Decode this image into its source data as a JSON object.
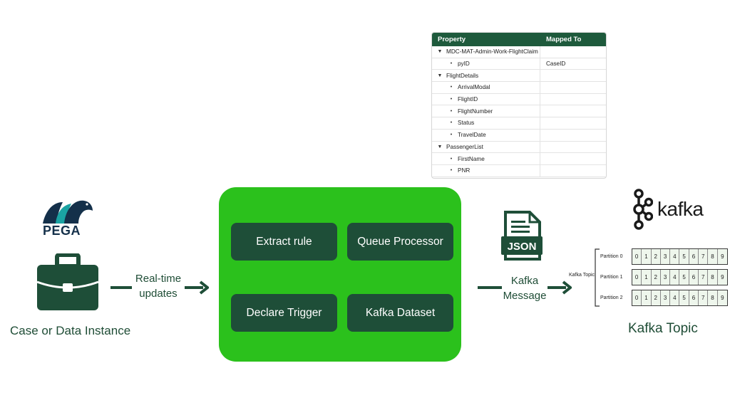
{
  "property_table": {
    "headers": {
      "property": "Property",
      "mapped_to": "Mapped To"
    },
    "rows": [
      {
        "marker": "▼",
        "indent": 0,
        "property": "MDC-MAT-Admin-Work-FlightClaim",
        "mapped": ""
      },
      {
        "marker": "•",
        "indent": 1,
        "property": "pyID",
        "mapped": "CaseID"
      },
      {
        "marker": "▼",
        "indent": 0,
        "property": "FlightDetails",
        "mapped": ""
      },
      {
        "marker": "•",
        "indent": 1,
        "property": "ArrivalModal",
        "mapped": ""
      },
      {
        "marker": "•",
        "indent": 1,
        "property": "FlightID",
        "mapped": ""
      },
      {
        "marker": "•",
        "indent": 1,
        "property": "FlightNumber",
        "mapped": ""
      },
      {
        "marker": "•",
        "indent": 1,
        "property": "Status",
        "mapped": ""
      },
      {
        "marker": "•",
        "indent": 1,
        "property": "TravelDate",
        "mapped": ""
      },
      {
        "marker": "▼",
        "indent": 0,
        "property": "PassengerList",
        "mapped": ""
      },
      {
        "marker": "•",
        "indent": 1,
        "property": "FirstName",
        "mapped": ""
      },
      {
        "marker": "•",
        "indent": 1,
        "property": "PNR",
        "mapped": ""
      }
    ]
  },
  "pega": {
    "logo_text": "PEGA",
    "case_label": "Case or Data Instance"
  },
  "flow": {
    "realtime_label": "Real-time updates",
    "kafka_message_label": "Kafka Message"
  },
  "components": {
    "extract_rule": "Extract rule",
    "queue_processor": "Queue Processor",
    "declare_trigger": "Declare Trigger",
    "kafka_dataset": "Kafka Dataset"
  },
  "json_icon": {
    "text": "JSON"
  },
  "kafka": {
    "logo_text": "kafka",
    "topic_small_label": "Kafka Topic",
    "topic_label": "Kafka Topic",
    "partitions": [
      {
        "label": "Partition 0",
        "offsets": [
          "0",
          "1",
          "2",
          "3",
          "4",
          "5",
          "6",
          "7",
          "8",
          "9"
        ]
      },
      {
        "label": "Partition 1",
        "offsets": [
          "0",
          "1",
          "2",
          "3",
          "4",
          "5",
          "6",
          "7",
          "8",
          "9"
        ]
      },
      {
        "label": "Partition 2",
        "offsets": [
          "0",
          "1",
          "2",
          "3",
          "4",
          "5",
          "6",
          "7",
          "8",
          "9"
        ]
      }
    ]
  },
  "colors": {
    "dark_green": "#1e4e38",
    "panel_green": "#2bc11c",
    "text_green": "#1f4d36",
    "pega_blue": "#14304a",
    "pega_teal": "#1aa3a3"
  }
}
